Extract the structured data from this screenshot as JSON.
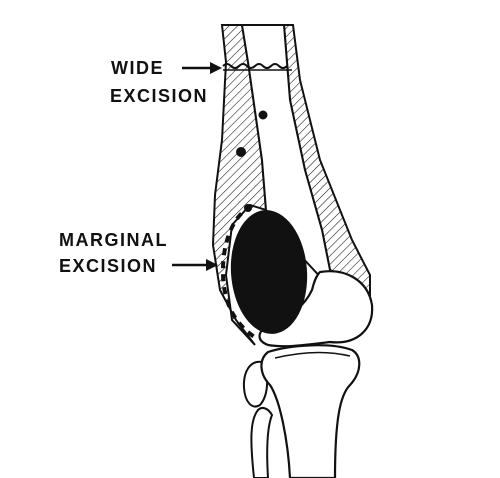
{
  "labels": {
    "wide_line1": "WIDE",
    "wide_line2": "EXCISION",
    "marginal_line1": "MARGINAL",
    "marginal_line2": "EXCISION"
  },
  "colors": {
    "ink": "#111111",
    "background": "#ffffff"
  }
}
